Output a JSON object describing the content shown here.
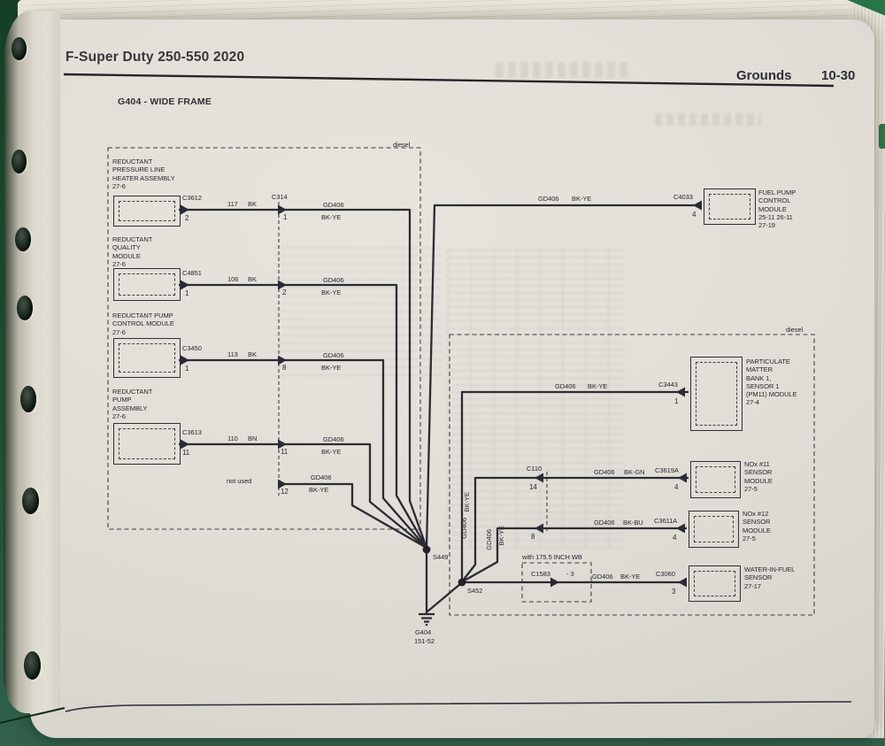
{
  "header": {
    "title": "F-Super Duty 250-550 2020",
    "section": "Grounds",
    "page_number": "10-30"
  },
  "diagram_title": "G404 - WIDE FRAME",
  "groups": {
    "left_label": "diesel",
    "right_label": "diesel"
  },
  "junction_connectors": {
    "c314": "C314",
    "c110": "C110"
  },
  "left_components": [
    {
      "name": "REDUCTANT\nPRESSURE LINE\nHEATER ASSEMBLY",
      "page_ref": "27-6",
      "connector": "C3612",
      "pin": "2",
      "circuit": "117",
      "wire_color": "BK",
      "junction_pin": "1",
      "ground_circuit": "GD406",
      "ground_color": "BK-YE"
    },
    {
      "name": "REDUCTANT\nQUALITY\nMODULE",
      "page_ref": "27-6",
      "connector": "C4851",
      "pin": "1",
      "circuit": "106",
      "wire_color": "BK",
      "junction_pin": "2",
      "ground_circuit": "GD406",
      "ground_color": "BK-YE"
    },
    {
      "name": "REDUCTANT PUMP\nCONTROL MODULE",
      "page_ref": "27-6",
      "connector": "C3450",
      "pin": "1",
      "circuit": "113",
      "wire_color": "BK",
      "junction_pin": "8",
      "ground_circuit": "GD406",
      "ground_color": "BK-YE"
    },
    {
      "name": "REDUCTANT\nPUMP\nASSEMBLY",
      "page_ref": "27-6",
      "connector": "C3613",
      "pin": "11",
      "circuit": "110",
      "wire_color": "BN",
      "junction_pin": "11",
      "ground_circuit": "GD406",
      "ground_color": "BK-YE"
    }
  ],
  "not_used": {
    "label": "not used",
    "junction_pin": "12",
    "ground_circuit": "GD406",
    "ground_color": "BK-YE"
  },
  "fuel_pump_module": {
    "name": "FUEL PUMP\nCONTROL\nMODULE",
    "page_refs": "25-11    26-11\n27-19",
    "connector": "C4033",
    "pin": "4",
    "circuit": "GD406",
    "wire_color": "BK-YE"
  },
  "right_components": [
    {
      "name": "PARTICULATE\nMATTER\nBANK 1,\nSENSOR 1\n(PM11) MODULE",
      "page_ref": "27-4",
      "connector": "C3443",
      "pin": "1",
      "circuit": "GD406",
      "wire_color": "BK-YE"
    },
    {
      "name": "NOx #11\nSENSOR\nMODULE",
      "page_ref": "27-5",
      "connector": "C3619A",
      "pin": "4",
      "circuit": "GD406",
      "wire_color": "BK-GN",
      "c110_pin": "14"
    },
    {
      "name": "NOx #12\nSENSOR\nMODULE",
      "page_ref": "27-5",
      "connector": "C3611A",
      "pin": "4",
      "circuit": "GD406",
      "wire_color": "BK-BU",
      "c110_pin": "8"
    },
    {
      "name": "WATER-IN-FUEL\nSENSOR",
      "page_ref": "27-17",
      "connector": "C3060",
      "pin": "3",
      "circuit": "GD406",
      "wire_color": "BK-YE"
    }
  ],
  "wheelbase_option": {
    "label": "with 175.5 INCH WB",
    "connector": "C1583",
    "pin_label": "- 3"
  },
  "vertical_wires": [
    {
      "circuit": "GD406",
      "color": "BK-YE"
    },
    {
      "circuit": "GD406",
      "color": "BK-YE"
    }
  ],
  "splices": {
    "s449": "S449",
    "s452": "S452"
  },
  "ground": {
    "name": "G404",
    "page_ref": "151-52"
  }
}
